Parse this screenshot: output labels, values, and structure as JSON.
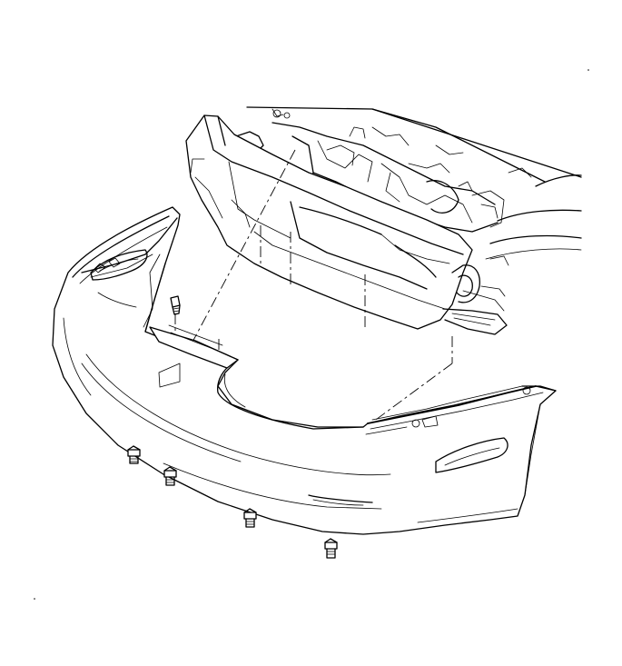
{
  "diagram": {
    "parts": [
      {
        "name": "front-bumper-fascia"
      },
      {
        "name": "impact-absorber-bar"
      },
      {
        "name": "vehicle-front-structure"
      },
      {
        "name": "fascia-retaining-bolts",
        "count": 5
      }
    ]
  }
}
